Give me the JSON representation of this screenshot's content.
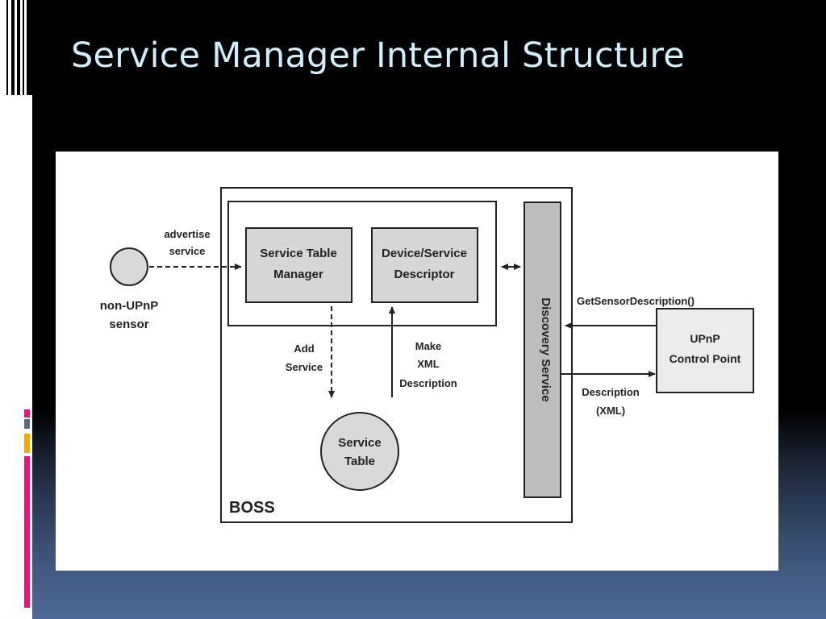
{
  "slide": {
    "title": "Service Manager Internal Structure"
  },
  "theme": {
    "title_color": "#cfeefb",
    "accent_colors": [
      "#e8157a",
      "#f2a900",
      "#5a6a80"
    ]
  },
  "diagram": {
    "nodes": {
      "sensor": {
        "label_line1": "non-UPnP",
        "label_line2": "sensor"
      },
      "service_table_manager": {
        "label_line1": "Service Table",
        "label_line2": "Manager"
      },
      "device_service_descriptor": {
        "label_line1": "Device/Service",
        "label_line2": "Descriptor"
      },
      "discovery_service": {
        "label": "Discovery Service"
      },
      "service_table": {
        "label_line1": "Service",
        "label_line2": "Table"
      },
      "upnp_control_point": {
        "label_line1": "UPnP",
        "label_line2": "Control Point"
      },
      "boss": {
        "label": "BOSS"
      }
    },
    "edges": {
      "advertise": {
        "label_line1": "advertise",
        "label_line2": "service"
      },
      "add_service": {
        "label_line1": "Add",
        "label_line2": "Service"
      },
      "make_xml": {
        "label_line1": "Make",
        "label_line2": "XML",
        "label_line3": "Description"
      },
      "get_description": {
        "label": "GetSensorDescription()"
      },
      "description": {
        "label_line1": "Description",
        "label_line2": "(XML)"
      }
    }
  }
}
